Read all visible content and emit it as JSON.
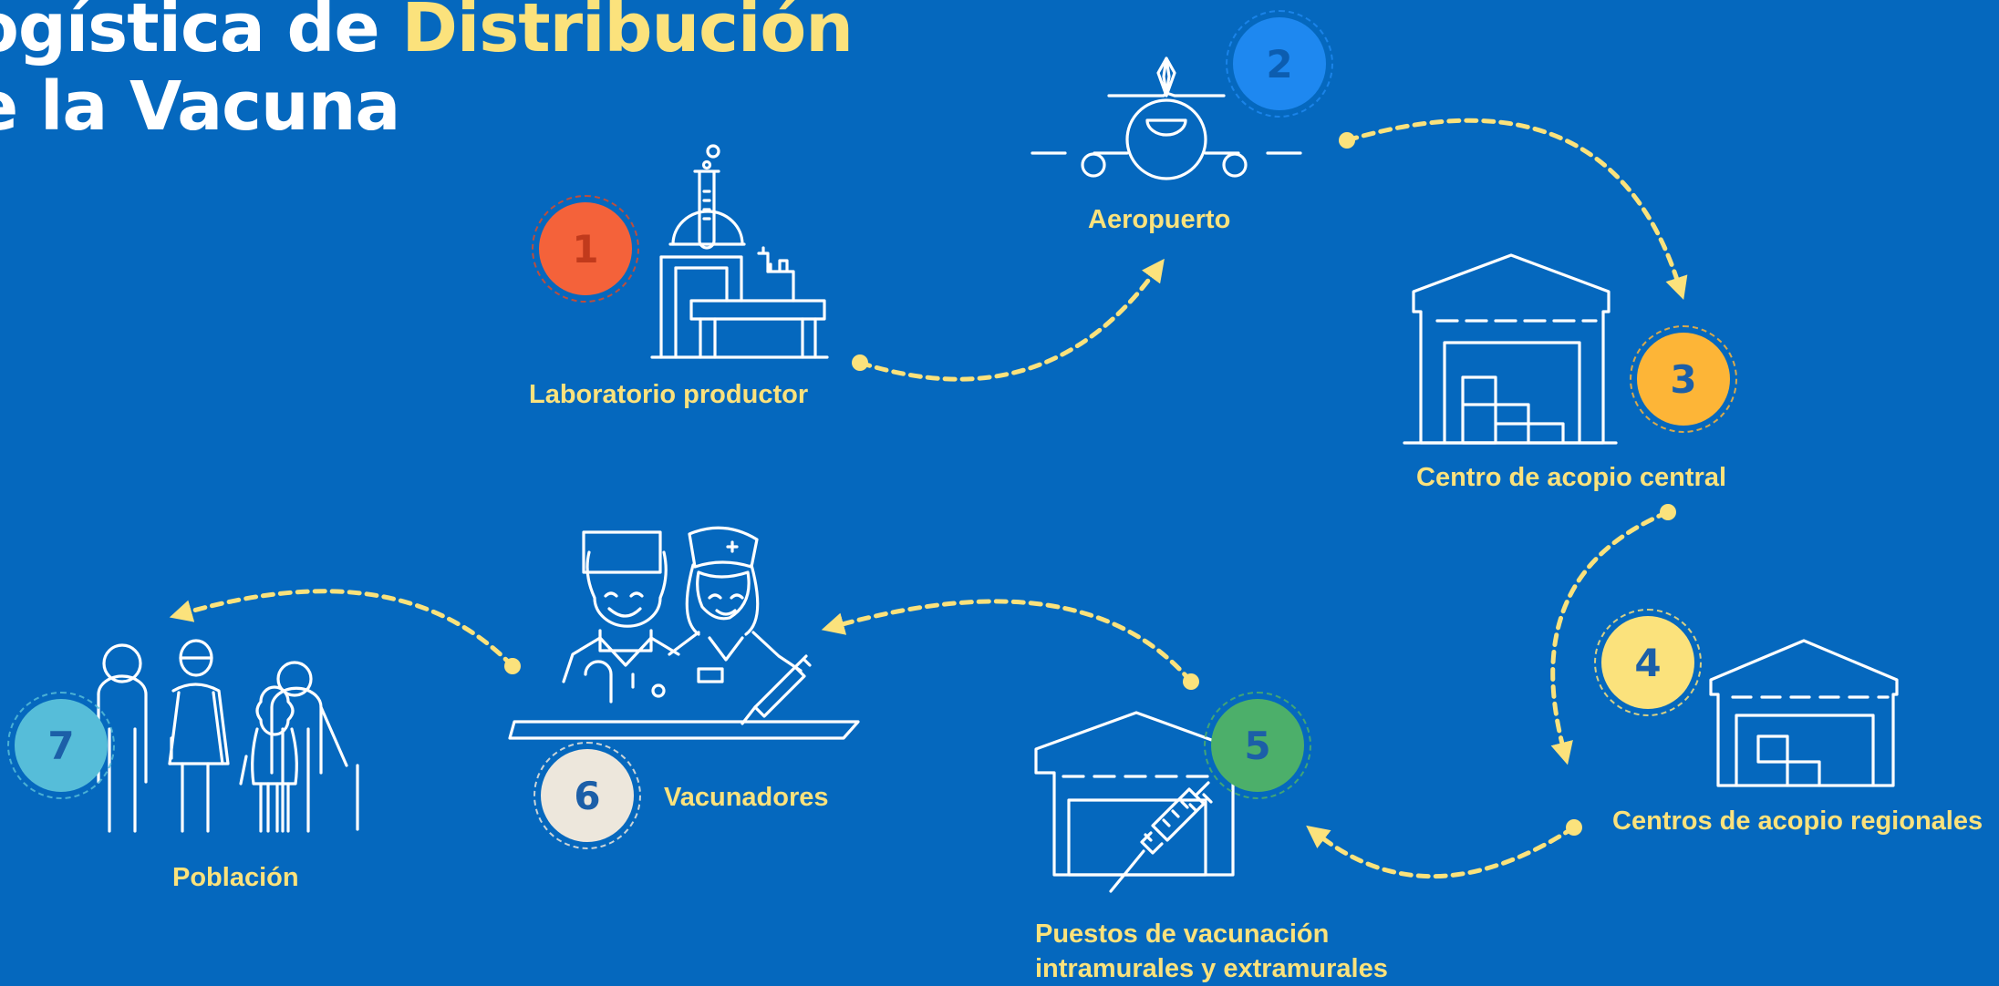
{
  "title": {
    "line1_prefix": "ogística de ",
    "line1_highlight": "Distribución",
    "line2": "e la Vacuna"
  },
  "colors": {
    "background": "#0568BE",
    "highlight": "#FBE27C",
    "arrow": "#FBE27C",
    "icon_stroke": "#FFFFFF"
  },
  "steps": [
    {
      "number": "1",
      "label": "Laboratorio productor",
      "icon": "laboratory-icon",
      "badge_color": "#F4623A"
    },
    {
      "number": "2",
      "label": "Aeropuerto",
      "icon": "airplane-icon",
      "badge_color": "#1E88F0"
    },
    {
      "number": "3",
      "label": "Centro de acopio central",
      "icon": "warehouse-icon",
      "badge_color": "#FDB537"
    },
    {
      "number": "4",
      "label": "Centros de acopio regionales",
      "icon": "warehouse-icon",
      "badge_color": "#FBE27C"
    },
    {
      "number": "5",
      "label_line1": "Puestos de vacunación",
      "label_line2": "intramurales y extramurales",
      "icon": "vaccination-post-icon",
      "badge_color": "#4CAF6A"
    },
    {
      "number": "6",
      "label": "Vacunadores",
      "icon": "vaccinators-icon",
      "badge_color": "#EDE7DC"
    },
    {
      "number": "7",
      "label": "Población",
      "icon": "population-icon",
      "badge_color": "#56BDD9"
    }
  ]
}
